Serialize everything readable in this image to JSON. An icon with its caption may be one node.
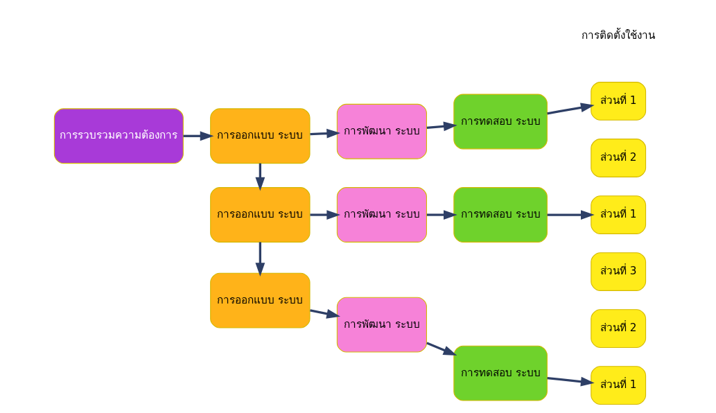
{
  "diagram": {
    "nodes": [
      {
        "text": [
          "การรวบรวมความต้องการ"
        ]
      },
      {
        "text": [
          "การออกแบบ ระบบ"
        ]
      },
      {
        "text": [
          "การพัฒนา ระบบ"
        ]
      },
      {
        "text": [
          "การทดสอบ ระบบ"
        ]
      },
      {
        "text": [
          "ส่วนที่ 1"
        ]
      },
      {
        "text": [
          "การออกแบบ ระบบ"
        ]
      },
      {
        "text": [
          "การพัฒนา ระบบ"
        ]
      },
      {
        "text": [
          "การทดสอบ ระบบ"
        ]
      },
      {
        "text": [
          "ส่วนที่ 2"
        ]
      },
      {
        "text": [
          "ส่วนที่ 1"
        ]
      },
      {
        "text": [
          "การออกแบบ ระบบ"
        ]
      },
      {
        "text": [
          "การพัฒนา ระบบ"
        ]
      },
      {
        "text": [
          "การทดสอบ ระบบ"
        ]
      },
      {
        "text": [
          "ส่วนที่ 3"
        ]
      },
      {
        "text": [
          "ส่วนที่ 2"
        ]
      },
      {
        "text": [
          "ส่วนที่ 1"
        ]
      }
    ],
    "edges": [
      {
        "from": 0,
        "to": 1,
        "arrow": "to"
      },
      {
        "from": 1,
        "to": 2,
        "arrow": "to"
      },
      {
        "from": 2,
        "to": 3,
        "arrow": "to"
      },
      {
        "from": 3,
        "to": 4,
        "arrow": "to"
      },
      {
        "from": 1,
        "to": 5,
        "arrow": "to"
      },
      {
        "from": 5,
        "to": 6,
        "arrow": "to"
      },
      {
        "from": 6,
        "to": 7,
        "arrow": "to"
      },
      {
        "from": 7,
        "to": 9,
        "arrow": "to"
      },
      {
        "from": 5,
        "to": 10,
        "arrow": "to"
      },
      {
        "from": 10,
        "to": 11,
        "arrow": "to"
      },
      {
        "from": 11,
        "to": 12,
        "arrow": "to"
      },
      {
        "from": 12,
        "to": 15,
        "arrow": "to"
      }
    ],
    "labels": [
      "การติดตั้งใช้งาน"
    ]
  }
}
